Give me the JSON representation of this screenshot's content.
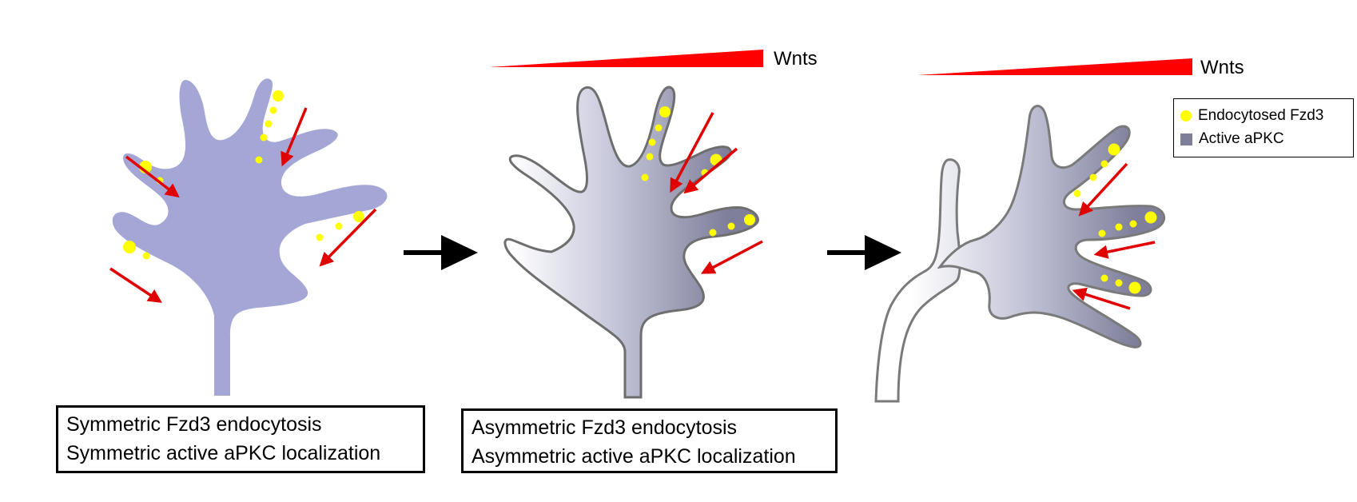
{
  "wnt_labels": [
    "Wnts",
    "Wnts"
  ],
  "captions": {
    "left": {
      "line1": "Symmetric Fzd3 endocytosis",
      "line2": "Symmetric active aPKC localization"
    },
    "middle": {
      "line1": "Asymmetric Fzd3 endocytosis",
      "line2": "Asymmetric active aPKC localization"
    }
  },
  "legend": {
    "items": [
      {
        "label": "Endocytosed Fzd3",
        "icon": "yellow-circle-icon",
        "color": "#ffff00"
      },
      {
        "label": "Active aPKC",
        "icon": "gray-square-icon",
        "color": "#7d7f98"
      }
    ]
  },
  "colors": {
    "cell_fill": "#a4a6d6",
    "active_apkc": "#7d7f98",
    "outline": "#6e6e6e",
    "endocytosed_fzd3": "#ffff00",
    "wnt_gradient": "#ff0000",
    "arrow": "#e00000",
    "progression_arrow": "#000000"
  }
}
